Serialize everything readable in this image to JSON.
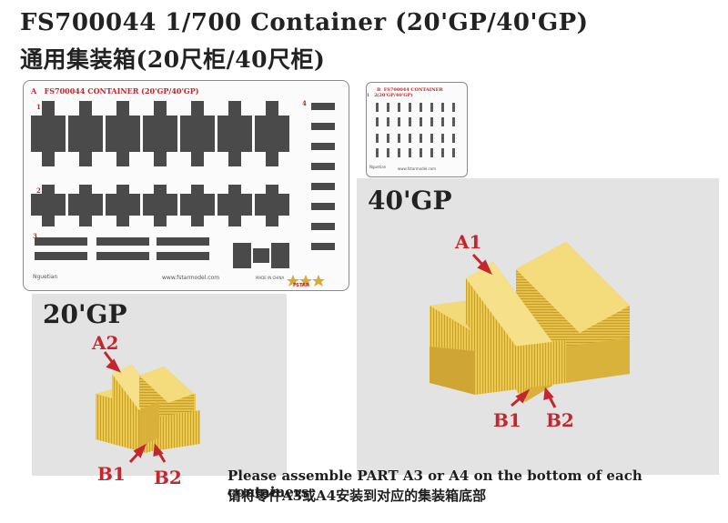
{
  "title": "FS700044 1/700  Container (20'GP/40'GP)",
  "subtitle": "通用集装箱(20尺柜/40尺柜)",
  "sheet_a": {
    "header": "FS700044 CONTAINER (20'GP/40'GP)",
    "part_letter": "A",
    "row_numbers": [
      "1",
      "2",
      "3",
      "4"
    ],
    "signature": "Nguetian",
    "website": "www.fstarmodel.com",
    "made_in": "MADE IN CHINA",
    "brand": "FSTAR"
  },
  "sheet_b": {
    "part_letter": "B",
    "header": "FS700044 CONTAINER (20'GP/40'GP)",
    "row_numbers": [
      "1",
      "2"
    ],
    "website": "www.fstarmodel.com",
    "signature": "Nguetian"
  },
  "photo_40": {
    "title": "40'GP",
    "labels": [
      "A1",
      "B1",
      "B2"
    ]
  },
  "photo_20": {
    "title": "20'GP",
    "labels": [
      "A2",
      "B1",
      "B2"
    ]
  },
  "note_en": "Please assemble PART A3 or A4 on the bottom of each containers",
  "note_zh": "请将零件A3或A4安装到对应的集装箱底部",
  "colors": {
    "accent": "#c2272d",
    "container": "#e8c64a",
    "fret": "#4a4a4a"
  }
}
